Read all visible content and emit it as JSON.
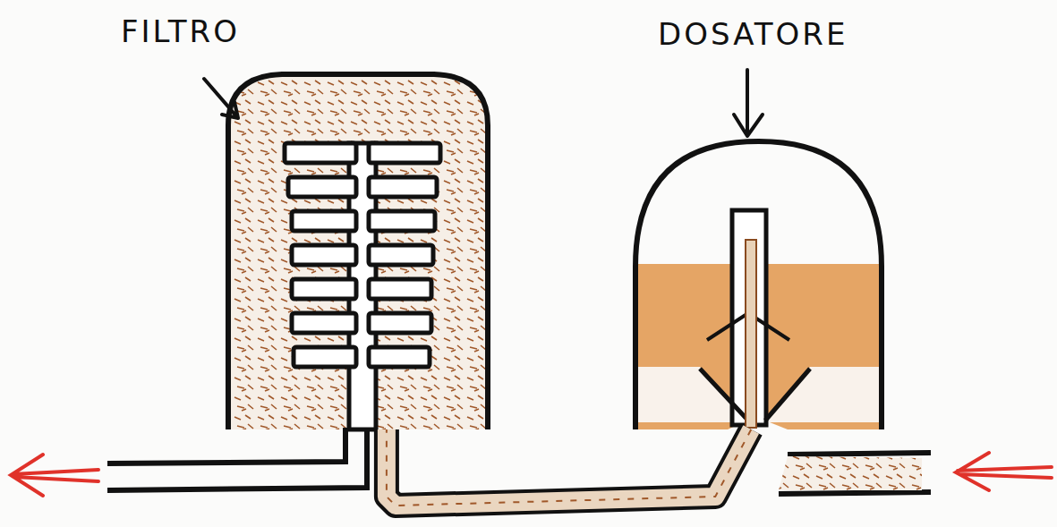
{
  "diagram": {
    "nodes": [
      {
        "text": [
          "FILTRO"
        ]
      },
      {
        "text": [
          "DOSATORE"
        ]
      }
    ],
    "edges": [
      {
        "from": 1,
        "to": 0,
        "arrow": "none"
      }
    ]
  }
}
